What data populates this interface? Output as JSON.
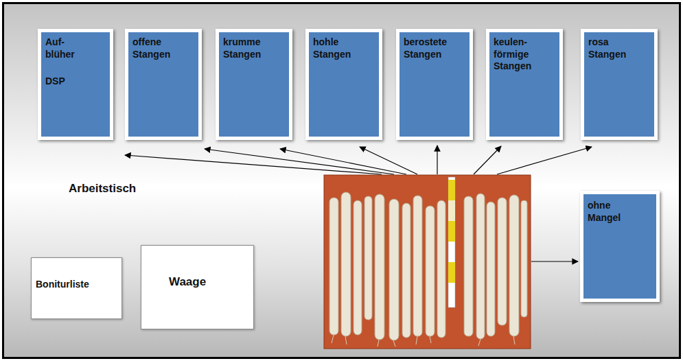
{
  "diagram": {
    "nodes": [
      {
        "text": [
          "Arbeitstisch"
        ]
      },
      {
        "text": [
          "Auf- blüher",
          "DSP"
        ],
        "in": 0
      },
      {
        "text": [
          "offene Stangen"
        ],
        "in": 0
      },
      {
        "text": [
          "krumme Stangen"
        ],
        "in": 0
      },
      {
        "text": [
          "hohle Stangen"
        ],
        "in": 0
      },
      {
        "text": [
          "berostete Stangen"
        ],
        "in": 0
      },
      {
        "text": [
          "keulen- förmige Stangen"
        ],
        "in": 0
      },
      {
        "text": [
          "rosa Stangen"
        ],
        "in": 0
      },
      {
        "text": [
          "ohne Mangel"
        ],
        "in": 0
      },
      {
        "text": [
          "Boniturliste"
        ],
        "in": 0
      },
      {
        "text": [
          "Waage"
        ],
        "in": 0
      }
    ]
  }
}
